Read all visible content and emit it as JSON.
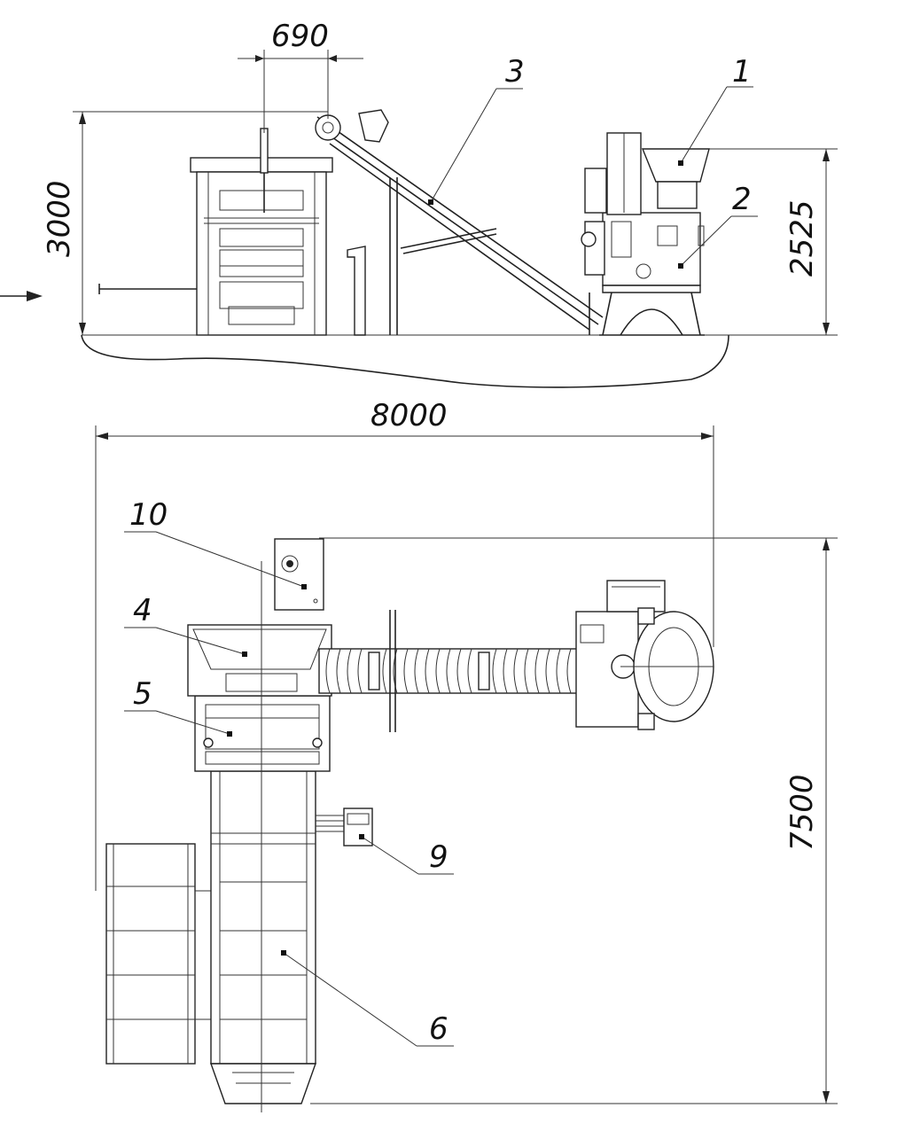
{
  "dimensions": {
    "top_width": "690",
    "height_left": "3000",
    "height_right": "2525",
    "overall_width": "8000",
    "overall_length": "7500"
  },
  "callouts": {
    "c1": "1",
    "c2": "2",
    "c3": "3",
    "c4": "4",
    "c5": "5",
    "c6": "6",
    "c9": "9",
    "c10": "10"
  },
  "colors": {
    "line": "#222222",
    "background": "#ffffff"
  }
}
